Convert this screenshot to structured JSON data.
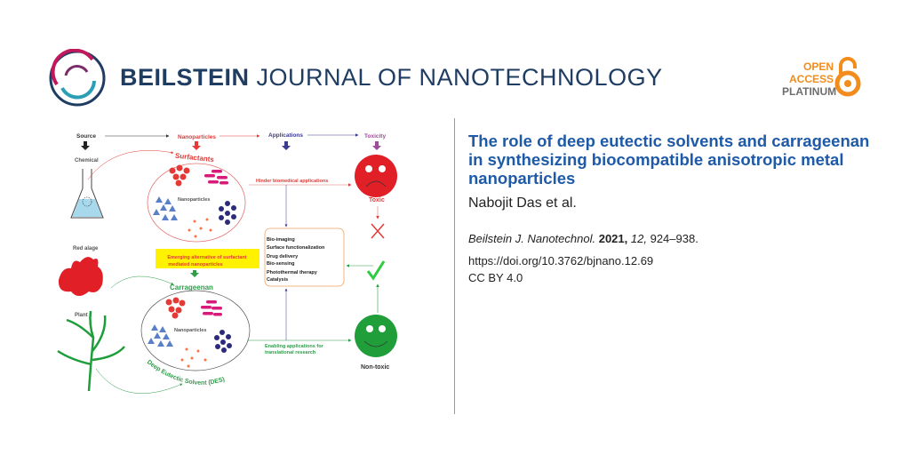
{
  "header": {
    "journal_bold": "BEILSTEIN",
    "journal_rest": "JOURNAL OF NANOTECHNOLOGY",
    "open_access": [
      "OPEN",
      "ACCESS",
      "PLATINUM"
    ]
  },
  "article": {
    "title": "The role of deep eutectic solvents and carrageenan in synthesizing biocompatible anisotropic metal nanoparticles",
    "authors": "Nabojit Das et al.",
    "journal_abbrev": "Beilstein J. Nanotechnol.",
    "year": "2021,",
    "volume": "12,",
    "pages": "924–938.",
    "doi": "https://doi.org/10.3762/bjnano.12.69",
    "license": "CC BY 4.0"
  },
  "figure": {
    "headers": {
      "source": "Source",
      "nanoparticles": "Nanoparticles",
      "applications": "Applications",
      "toxicity": "Toxicity"
    },
    "chemical": "Chemical",
    "surfactants": "Surfactants",
    "nanoparticles_label": "Nanoparticles",
    "hinder": "Hinder biomedical applications",
    "toxic": "Toxic",
    "applications_list": [
      "Bio-imaging",
      "Surface functionalization",
      "Drug delivery",
      "Bio-sensing",
      "Photothermal therapy",
      "Catalysis"
    ],
    "emerging": [
      "Emerging alternative of surfactant",
      "mediated nanoparticles"
    ],
    "red_algae": "Red alage",
    "plant": "Plant",
    "carrageenan": "Carrageenan",
    "des": "Deep Eutectic Solvent (DES)",
    "enabling": [
      "Enabling applications for",
      "translational research"
    ],
    "non_toxic": "Non-toxic"
  },
  "colors": {
    "title_blue": "#1e5aa8",
    "brand_navy": "#1f3d63",
    "oa_orange": "#f28c1c"
  }
}
